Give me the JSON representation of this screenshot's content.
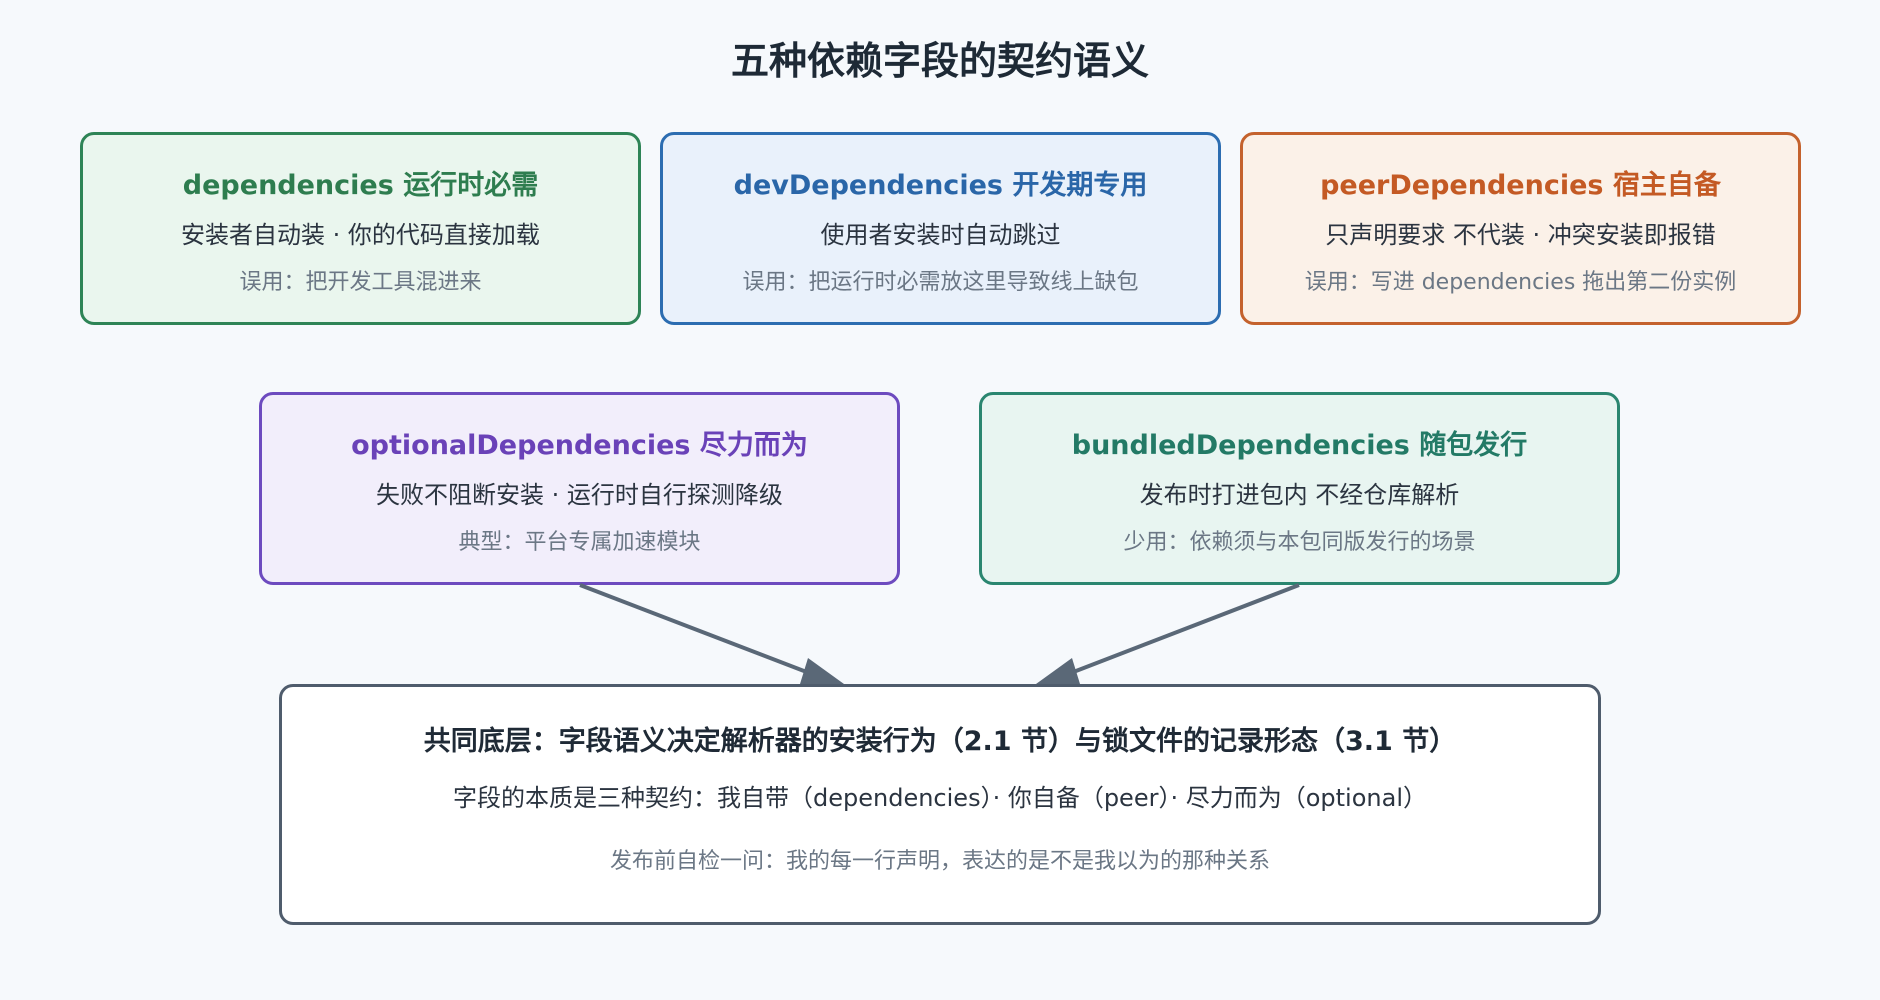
{
  "title": "五种依赖字段的契约语义",
  "boxes": {
    "dependencies": {
      "heading": "dependencies 运行时必需",
      "subtitle": "安装者自动装 · 你的代码直接加载",
      "note": "误用：把开发工具混进来"
    },
    "devDependencies": {
      "heading": "devDependencies 开发期专用",
      "subtitle": "使用者安装时自动跳过",
      "note": "误用：把运行时必需放这里导致线上缺包"
    },
    "peerDependencies": {
      "heading": "peerDependencies 宿主自备",
      "subtitle": "只声明要求 不代装 · 冲突安装即报错",
      "note": "误用：写进 dependencies 拖出第二份实例"
    },
    "optionalDependencies": {
      "heading": "optionalDependencies 尽力而为",
      "subtitle": "失败不阻断安装 · 运行时自行探测降级",
      "note": "典型：平台专属加速模块"
    },
    "bundledDependencies": {
      "heading": "bundledDependencies 随包发行",
      "subtitle": "发布时打进包内 不经仓库解析",
      "note": "少用：依赖须与本包同版发行的场景"
    }
  },
  "base": {
    "heading": "共同底层：字段语义决定解析器的安装行为（2.1 节）与锁文件的记录形态（3.1 节）",
    "subtitle": "字段的本质是三种契约：我自带（dependencies）· 你自备（peer）· 尽力而为（optional）",
    "note": "发布前自检一问：我的每一行声明，表达的是不是我以为的那种关系"
  },
  "colors": {
    "background": "#f6f9fc",
    "green": "#2e8456",
    "blue": "#2c6db1",
    "orange": "#c4622d",
    "purple": "#6d4bbf",
    "teal": "#2a8670",
    "slate": "#4f5c6c",
    "arrow": "#5a6877"
  }
}
